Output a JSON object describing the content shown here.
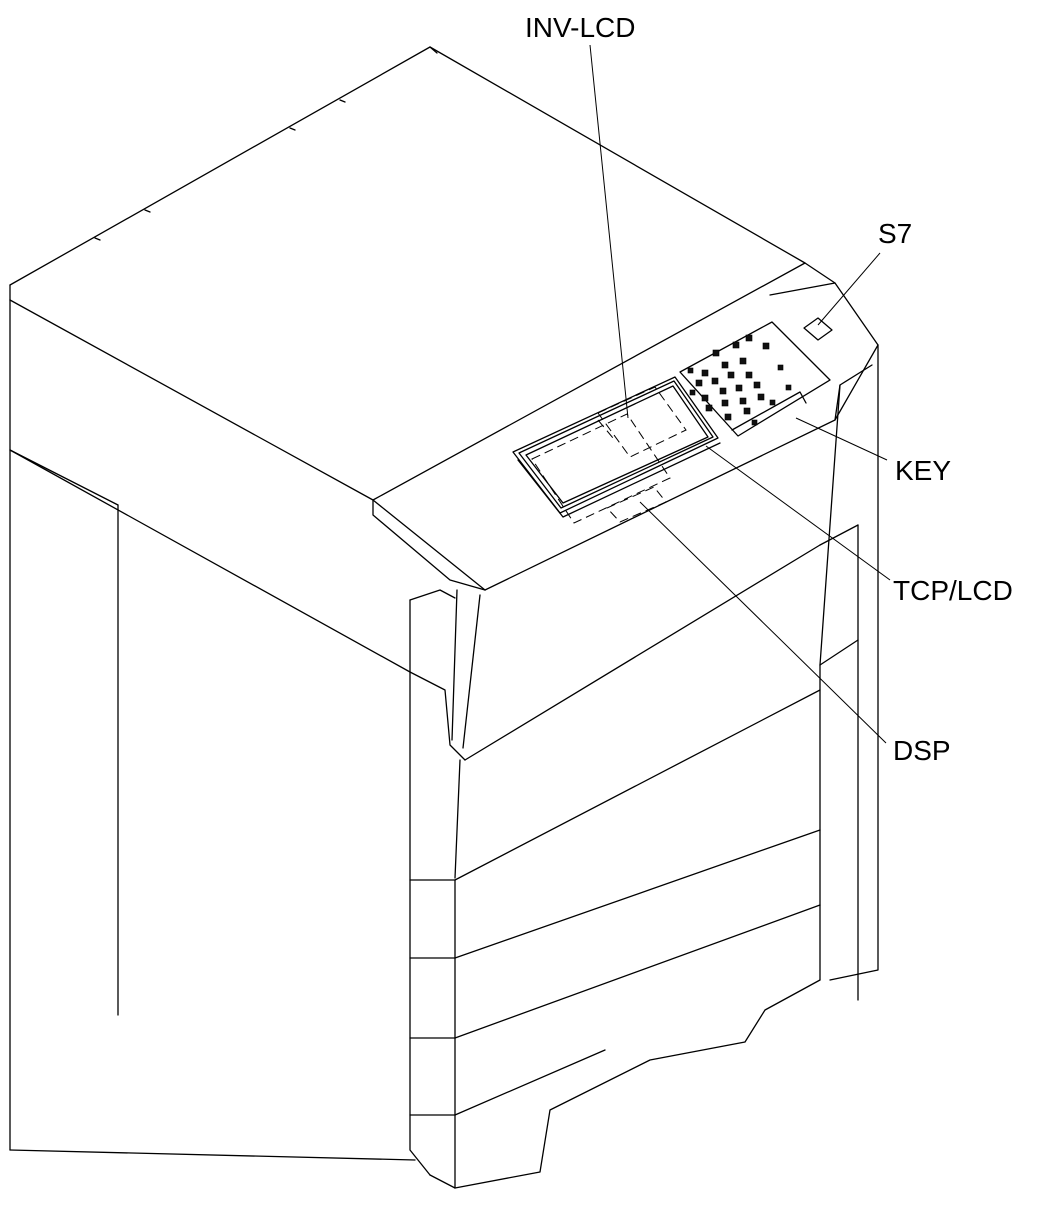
{
  "labels": {
    "inv_lcd": "INV-LCD",
    "s7": "S7",
    "key": "KEY",
    "tcp_lcd": "TCP/LCD",
    "dsp": "DSP"
  },
  "colors": {
    "line": "#000000",
    "background": "#ffffff"
  }
}
